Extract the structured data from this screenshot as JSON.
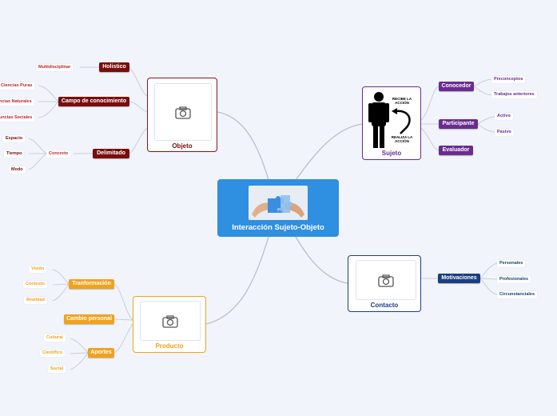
{
  "center": {
    "title": "Interacción Sujeto-Objeto"
  },
  "objeto": {
    "label": "Objeto",
    "branches": [
      {
        "label": "Holistico",
        "leaves": [
          "Multidisciplinar"
        ]
      },
      {
        "label": "Campo de conocimiento",
        "leaves": [
          "Ciencias Puras",
          "ncias Naturales",
          "uncias Sociales"
        ]
      },
      {
        "label": "Delimitado",
        "sub": "Concreto",
        "leaves": [
          "Espacio",
          "Tiempo",
          "Modo"
        ]
      }
    ]
  },
  "sujeto": {
    "label": "Sujeto",
    "figure_text": {
      "top": "RECIBE LA ACCIÓN",
      "bottom": "REALIZA LA ACCIÓN"
    },
    "branches": [
      {
        "label": "Conocedor",
        "leaves": [
          "Preconceptos",
          "Trabajos anteriores"
        ]
      },
      {
        "label": "Participante",
        "leaves": [
          "Activo",
          "Pasivo"
        ]
      },
      {
        "label": "Evaluador",
        "leaves": []
      }
    ]
  },
  "producto": {
    "label": "Producto",
    "branches": [
      {
        "label": "Tranformación",
        "leaves": [
          "Visión",
          "Contexto",
          "Realidad"
        ]
      },
      {
        "label": "Cambio personal",
        "leaves": []
      },
      {
        "label": "Aportes",
        "leaves": [
          "Cultural",
          "Científico",
          "Social"
        ]
      }
    ]
  },
  "contacto": {
    "label": "Contacto",
    "branches": [
      {
        "label": "Motivaciones",
        "leaves": [
          "Personales",
          "Profesionales",
          "Circunstanciales"
        ]
      }
    ]
  },
  "colors": {
    "background": "#f1f4fb",
    "center": "#2f8fe0",
    "objeto": "#7a0d0d",
    "sujeto": "#6a2c8f",
    "producto": "#f1a21c",
    "contacto": "#1a3f7e",
    "objeto_leaf_text": "#c0252a"
  },
  "icons": [
    "camera-icon",
    "puzzle-image",
    "person-arrow-image"
  ]
}
